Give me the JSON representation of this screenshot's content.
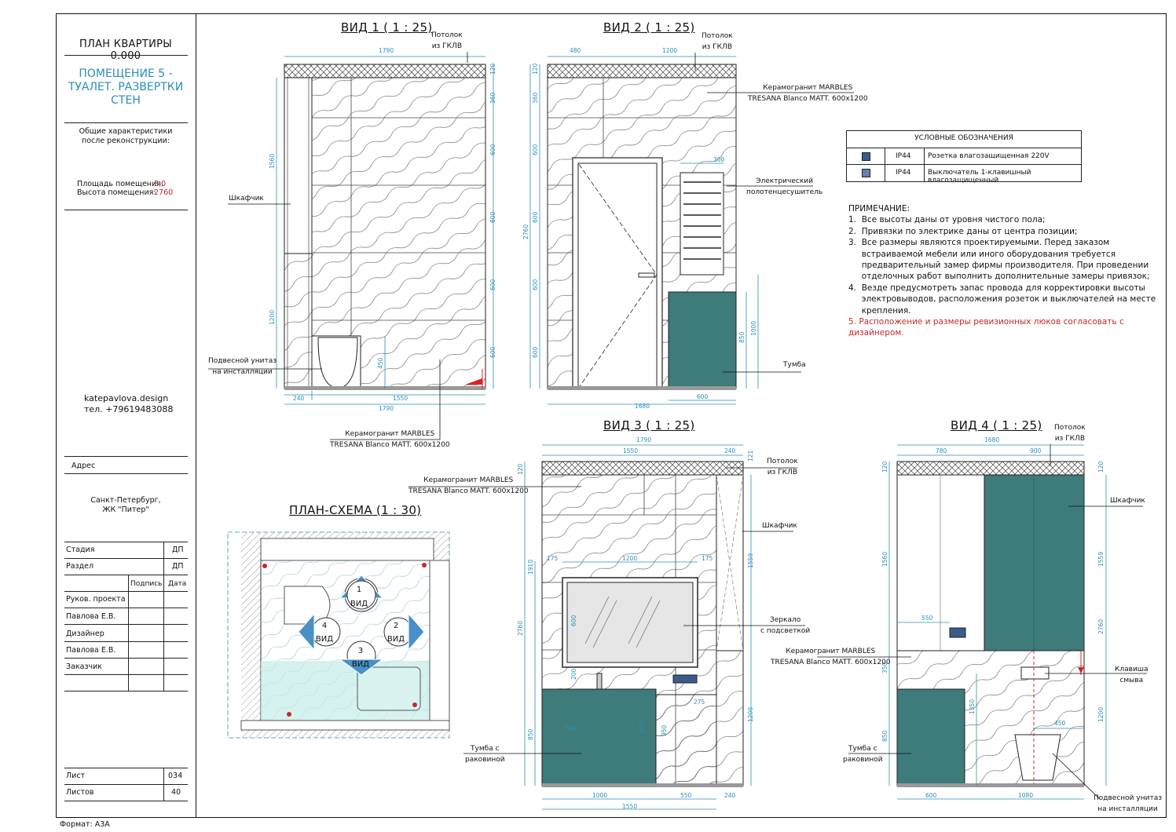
{
  "sidebar": {
    "plan_title": "ПЛАН КВАРТИРЫ 0.000",
    "room_title": [
      "ПОМЕЩЕНИЕ 5 -",
      "ТУАЛЕТ. РАЗВЕРТКИ",
      "СТЕН"
    ],
    "general_label": [
      "Общие характеристики",
      "после реконструкции:"
    ],
    "area_label": "Площадь помещения:",
    "area_value": "3,0",
    "height_label": "Высота помещения:",
    "height_value": "2760",
    "designer_site": "katepavlova.design",
    "designer_phone": "тел. +79619483088",
    "address_label": "Адрес",
    "address_value": [
      "Санкт-Петербург,",
      "ЖК \"Питер\""
    ],
    "stage_label": "Стадия",
    "stage_value": "ДП",
    "section_label": "Раздел",
    "section_value": "ДП",
    "signature_label": "Подпись",
    "date_label": "Дата",
    "manager_label": "Руков. проекта",
    "manager_name": "Павлова Е.В.",
    "designer_label": "Дизайнер",
    "designer_name": "Павлова Е.В.",
    "client_label": "Заказчик",
    "sheet_label": "Лист",
    "sheet_value": "034",
    "sheets_label": "Листов",
    "sheets_value": "40"
  },
  "format_label": "Формат: А3А",
  "views": {
    "view1": {
      "title": "ВИД 1 ( 1 : 25)",
      "ceiling": [
        "Потолок",
        "из ГКЛВ"
      ],
      "cabinet": "Шкафчик",
      "toilet": [
        "Подвесной унитаз",
        "на инсталляции"
      ],
      "tile": [
        "Керамогранит MARBLES",
        "TRESANA Blanco MATT. 600x1200"
      ],
      "dims": {
        "top": "1790",
        "bottom1": "240",
        "bottom2": "1550",
        "bottom_total": "1790",
        "left_upper": "1560",
        "left_lower": "1200",
        "right": [
          "120",
          "360",
          "600",
          "600",
          "600",
          "600"
        ],
        "toilet_h": "450"
      }
    },
    "view2": {
      "title": "ВИД 2 ( 1 : 25)",
      "ceiling": [
        "Потолок",
        "из ГКЛВ"
      ],
      "tile": [
        "Керамогранит MARBLES",
        "TRESANA Blanco MATT. 600x1200"
      ],
      "heater": [
        "Электрический",
        "полотенцесушитель"
      ],
      "vanity": "Тумба",
      "dims": {
        "top1": "480",
        "top2": "1200",
        "bottom_total": "1680",
        "bottom_right": "600",
        "left": [
          "120",
          "360",
          "600",
          "600",
          "600",
          "600"
        ],
        "height": "2760",
        "heater_w": "300",
        "vanity_h": "850",
        "outer_h": "1000"
      }
    },
    "view3": {
      "title": "ВИД 3 ( 1 : 25)",
      "ceiling": [
        "Потолок",
        "из ГКЛВ"
      ],
      "tile": [
        "Керамогранит MARBLES",
        "TRESANA Blanco MATT. 600x1200"
      ],
      "cabinet": "Шкафчик",
      "mirror": [
        "Зеркало",
        "с подсветкой"
      ],
      "vanity": [
        "Тумба с",
        "раковиной"
      ],
      "dims": {
        "top_total": "1790",
        "top1": "1550",
        "top2": "240",
        "ceil_h": "121",
        "left_top": "120",
        "left_height": "2760",
        "left_mid": "1910",
        "left_low": "850",
        "mirror_w": "1200",
        "margin_l": "175",
        "margin_r": "175",
        "mirror_h": "600",
        "gap": "200",
        "right_upper": "1559",
        "right_lower": "1200",
        "socket_off": "275",
        "bowl": "500",
        "drawer_h": "1050",
        "inner_h": "950",
        "bottom1": "1000",
        "bottom2": "550",
        "bottom3": "240",
        "bottom_total": "1550"
      }
    },
    "view4": {
      "title": "ВИД 4 ( 1 : 25)",
      "ceiling": [
        "Потолок",
        "из ГКЛВ"
      ],
      "cabinet": "Шкафчик",
      "tile": [
        "Керамогранит MARBLES",
        "TRESANA Blanco MATT. 600x1200"
      ],
      "flush": [
        "Клавиша",
        "смыва"
      ],
      "vanity": [
        "Тумба с",
        "раковиной"
      ],
      "toilet": [
        "Подвесной унитаз",
        "на инсталляции"
      ],
      "dims": {
        "top1": "780",
        "top2": "1680",
        "top3": "900",
        "left_top": "120",
        "left_upper": "1560",
        "left_mid": "350",
        "left_low": "850",
        "height": "2760",
        "right_upper": "1559",
        "right_top": "120",
        "right_lower": "1200",
        "socket_w": "550",
        "flush_h": "1350",
        "toilet_w": "450",
        "bottom1": "600",
        "bottom2": "1080"
      }
    },
    "plan": {
      "title": "ПЛАН-СХЕМА (1 : 30)",
      "markers": [
        {
          "num": "1",
          "label": "ВИД"
        },
        {
          "num": "2",
          "label": "ВИД"
        },
        {
          "num": "3",
          "label": "ВИД"
        },
        {
          "num": "4",
          "label": "ВИД"
        }
      ]
    }
  },
  "legend": {
    "title": "УСЛОВНЫЕ ОБОЗНАЧЕНИЯ",
    "rows": [
      {
        "code": "IP44",
        "text": "Розетка влагозащищенная 220V"
      },
      {
        "code": "IP44",
        "text": "Выключатель 1-клавишный влагозащищенный"
      }
    ]
  },
  "notes": {
    "title": "ПРИМЕЧАНИЕ:",
    "items": [
      "1.  Все высоты даны от уровня чистого пола;",
      "2.  Привязки по электрике даны от центра позиции;",
      "3.  Все размеры являются проектируемыми. Перед заказом",
      "     встраиваемой мебели или иного оборудования требуется",
      "     предварительный замер фирмы производителя. При проведении",
      "     отделочных работ выполнить дополнительные замеры привязок;",
      "4.  Везде предусмотреть запас провода для корректировки высоты",
      "     электровыводов, расположения розеток и выключателей на месте",
      "     крепления."
    ],
    "red_item": "5. Расположение и размеры ревизионных люков согласовать с дизайнером."
  },
  "colors": {
    "teal": "#3e7b7b",
    "accent_blue": "#2a8fb8",
    "red": "#c62828",
    "dim": "#2a8fb8"
  }
}
